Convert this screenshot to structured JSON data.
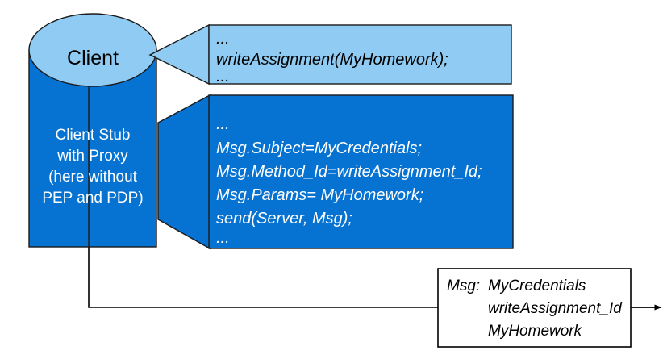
{
  "diagram": {
    "title": "Client stub RPC message construction",
    "colors": {
      "light_blue": "#8FCBF2",
      "dark_blue": "#0672D2",
      "outline": "#1a1a1a",
      "white": "#ffffff",
      "black": "#000000"
    },
    "client_node": {
      "label": "Client"
    },
    "stub_node": {
      "lines": [
        "Client Stub",
        "with Proxy",
        "(here without",
        "PEP and PDP)"
      ]
    },
    "callout_light": {
      "lines": [
        "...",
        "writeAssignment(MyHomework);",
        "..."
      ]
    },
    "callout_dark": {
      "lines": [
        "...",
        "Msg.Subject=MyCredentials;",
        "Msg.Method_Id=writeAssignment_Id;",
        "Msg.Params= MyHomework;",
        "send(Server, Msg);",
        "..."
      ]
    },
    "message_box": {
      "label": "Msg:",
      "values": [
        "MyCredentials",
        "writeAssignment_Id",
        "MyHomework"
      ]
    }
  }
}
